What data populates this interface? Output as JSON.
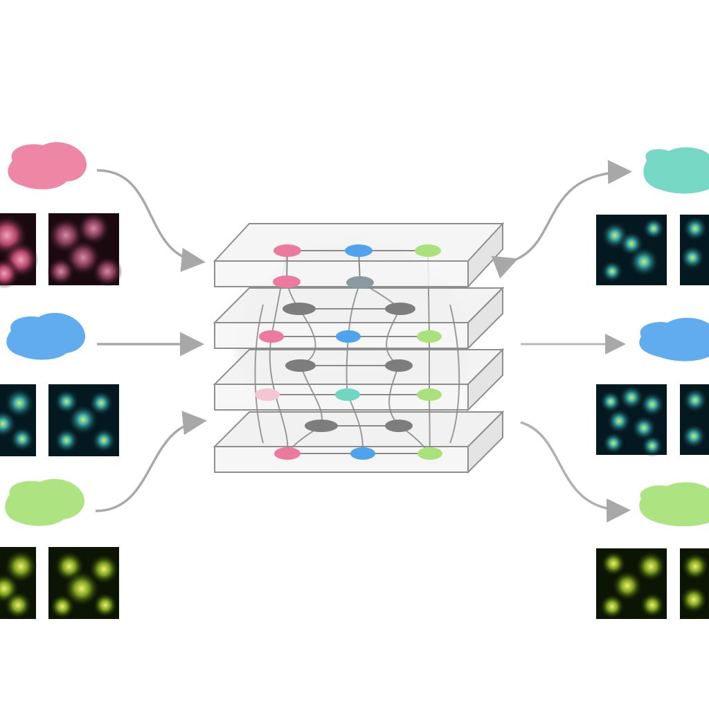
{
  "colors": {
    "background": "#ffffff",
    "pink": "#ec7a9c",
    "blue": "#4fa3ec",
    "green": "#a9e27a",
    "teal": "#6fd6c2",
    "gray_node": "#7d7d7d",
    "arrow": "#a8a8a8",
    "layer_stroke": "#8e8e8e",
    "layer_fill": "#f1f1f1"
  },
  "diagram": {
    "layer_count": 4,
    "inputs": [
      {
        "blob": "pink-cloud",
        "tile_palette": "magenta"
      },
      {
        "blob": "blue-cloud",
        "tile_palette": "cyan"
      },
      {
        "blob": "green-cloud",
        "tile_palette": "yellow-green"
      }
    ],
    "outputs": [
      {
        "blob": "teal-cloud",
        "tile_palette": "cyan"
      },
      {
        "blob": "blue-cloud",
        "tile_palette": "cyan"
      },
      {
        "blob": "green-cloud",
        "tile_palette": "yellow-green"
      }
    ],
    "node_colors_per_layer": [
      [
        "pink",
        "blue",
        "green"
      ],
      [
        "pink",
        "gray",
        "gray"
      ],
      [
        "pink",
        "blue",
        "green"
      ],
      [
        "pink",
        "teal",
        "green"
      ],
      [
        "pink",
        "blue",
        "green"
      ]
    ]
  }
}
